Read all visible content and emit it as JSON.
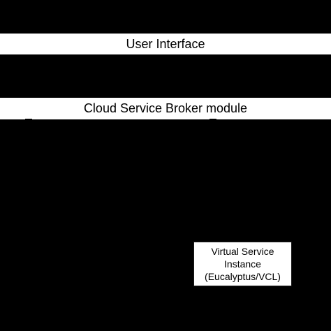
{
  "diagram": {
    "user_interface_label": "User Interface",
    "broker_label": "Cloud Service Broker module",
    "virtual_instance": {
      "line1": "Virtual Service",
      "line2": "Instance",
      "line3": "(Eucalyptus/VCL)"
    }
  },
  "colors": {
    "background": "#000000",
    "box_fill": "#ffffff",
    "text": "#000000"
  }
}
